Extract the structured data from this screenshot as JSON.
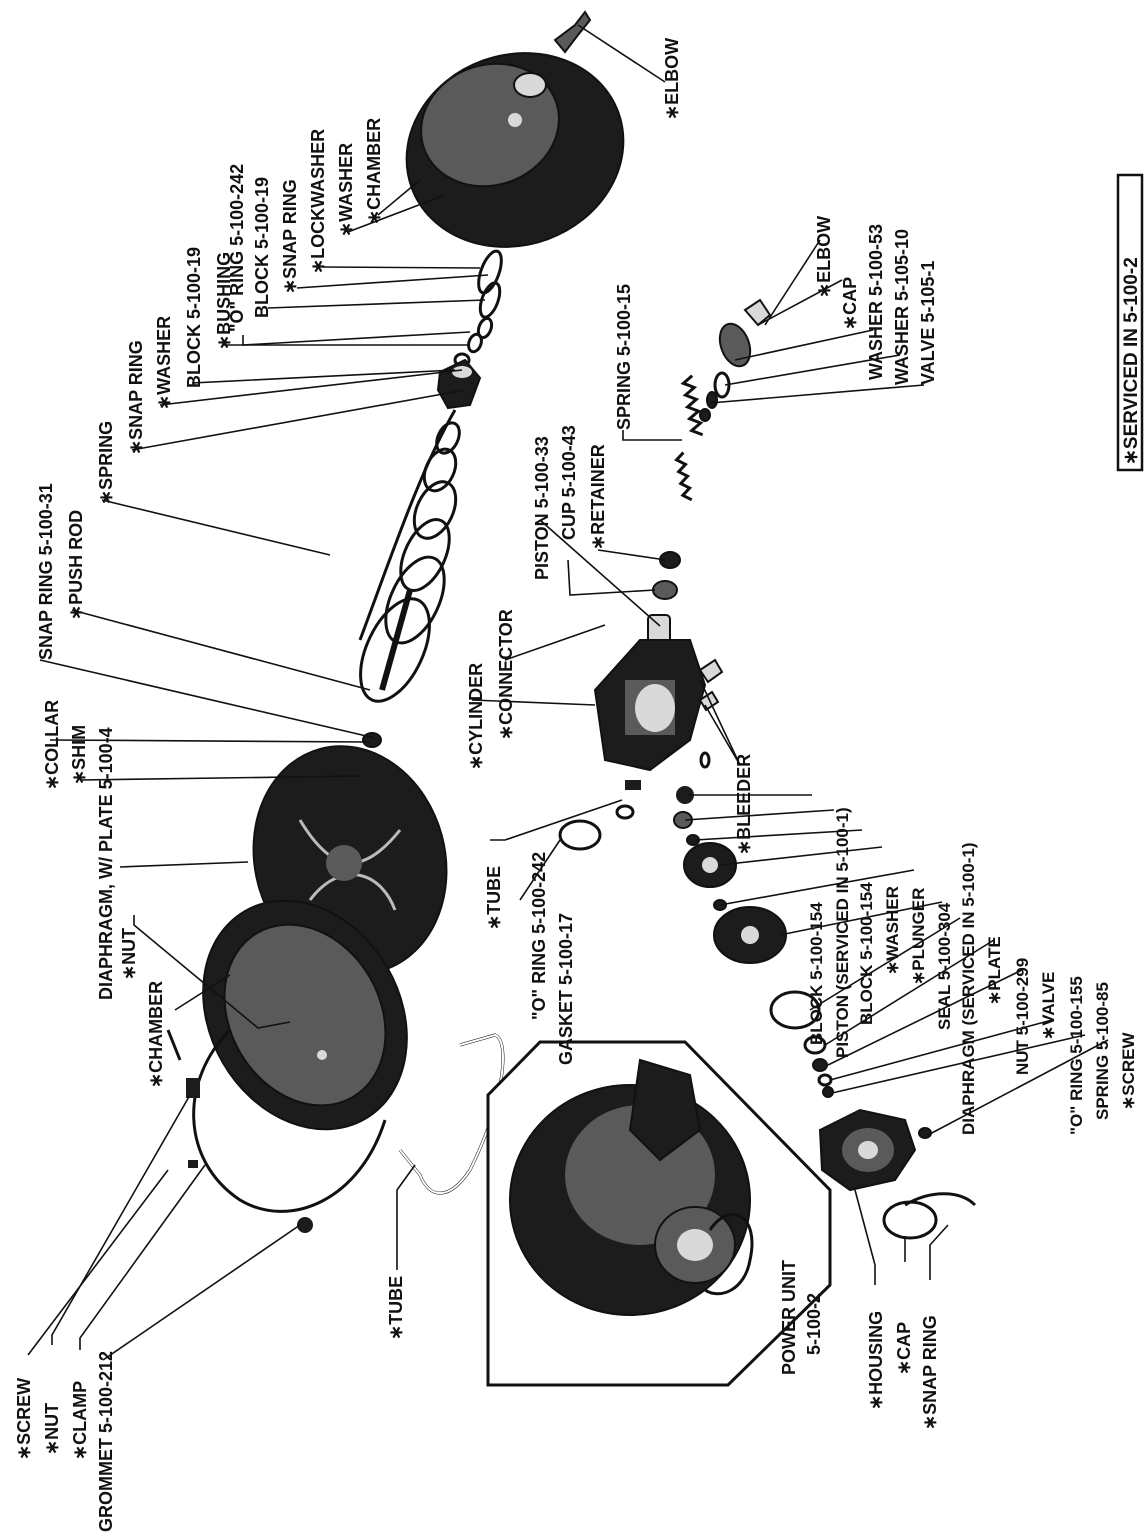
{
  "labels": {
    "snap_ring_top": "SNAP RING 5-100-31",
    "push_rod": "∗PUSH ROD",
    "spring_top": "∗SPRING",
    "snap_ring_2": "∗SNAP RING",
    "washer_top": "∗WASHER",
    "block_5_100_19_a": "BLOCK 5-100-19",
    "bushing": "∗BUSHING",
    "o_ring_242_top": "\"O\" RING 5-100-242",
    "block_5_100_19_b": "BLOCK 5-100-19",
    "snap_ring_3": "∗SNAP RING",
    "lockwasher": "∗LOCKWASHER",
    "washer_2": "∗WASHER",
    "chamber_top": "∗CHAMBER",
    "elbow_top": "∗ELBOW",
    "collar": "∗COLLAR",
    "shim": "∗SHIM",
    "diaphragm_plate": "DIAPHRAGM, W/ PLATE 5-100-4",
    "nut_left": "∗NUT",
    "chamber_left": "∗CHAMBER",
    "screw_left": "∗SCREW",
    "nut_left_2": "∗NUT",
    "clamp": "∗CLAMP",
    "grommet": "GROMMET 5-100-212",
    "tube_left": "∗TUBE",
    "piston_33": "PISTON 5-100-33",
    "cup_43": "CUP 5-100-43",
    "retainer": "∗RETAINER",
    "spring_15": "SPRING 5-100-15",
    "elbow_right": "∗ELBOW",
    "cap_right": "∗CAP",
    "washer_53": "WASHER 5-100-53",
    "washer_105_10": "WASHER 5-105-10",
    "valve_105_1": "VALVE 5-105-1",
    "cylinder": "∗CYLINDER",
    "connector": "∗CONNECTOR",
    "bleeder": "∗BLEEDER",
    "tube_mid": "∗TUBE",
    "o_ring_242_mid": "\"O\" RING 5-100-242",
    "gasket_17": "GASKET 5-100-17",
    "block_154_a": "BLOCK 5-100-154",
    "piston_serviced": "PISTON (SERVICED IN 5-100-1)",
    "block_154_b": "BLOCK 5-100-154",
    "washer_mid": "∗WASHER",
    "plunger": "∗PLUNGER",
    "seal_304": "SEAL 5-100-304",
    "diaphragm_serviced": "DIAPHRAGM (SERVICED IN 5-100-1)",
    "plate": "∗PLATE",
    "nut_299": "NUT 5-100-299",
    "valve_mid": "∗VALVE",
    "o_ring_155": "\"O\" RING 5-100-155",
    "spring_85": "SPRING 5-100-85",
    "screw_bottom": "∗SCREW",
    "housing": "∗HOUSING",
    "cap_bottom": "∗CAP",
    "snap_ring_bottom": "∗SNAP RING",
    "power_unit_1": "POWER UNIT",
    "power_unit_2": "5-100-2",
    "serviced_note": "∗SERVICED IN 5-100-2"
  }
}
